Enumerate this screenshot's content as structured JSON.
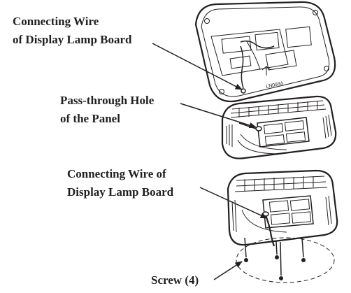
{
  "labels": {
    "top_wire_line1": "Connecting Wire",
    "top_wire_line2": "of Display Lamp Board",
    "hole_line1": "Pass-through Hole",
    "hole_line2": "of the Panel",
    "bottom_wire_line1": "Connecting Wire of",
    "bottom_wire_line2": "Display Lamp Board",
    "screw": "Screw (4)"
  },
  "board_marking": "LN0934"
}
